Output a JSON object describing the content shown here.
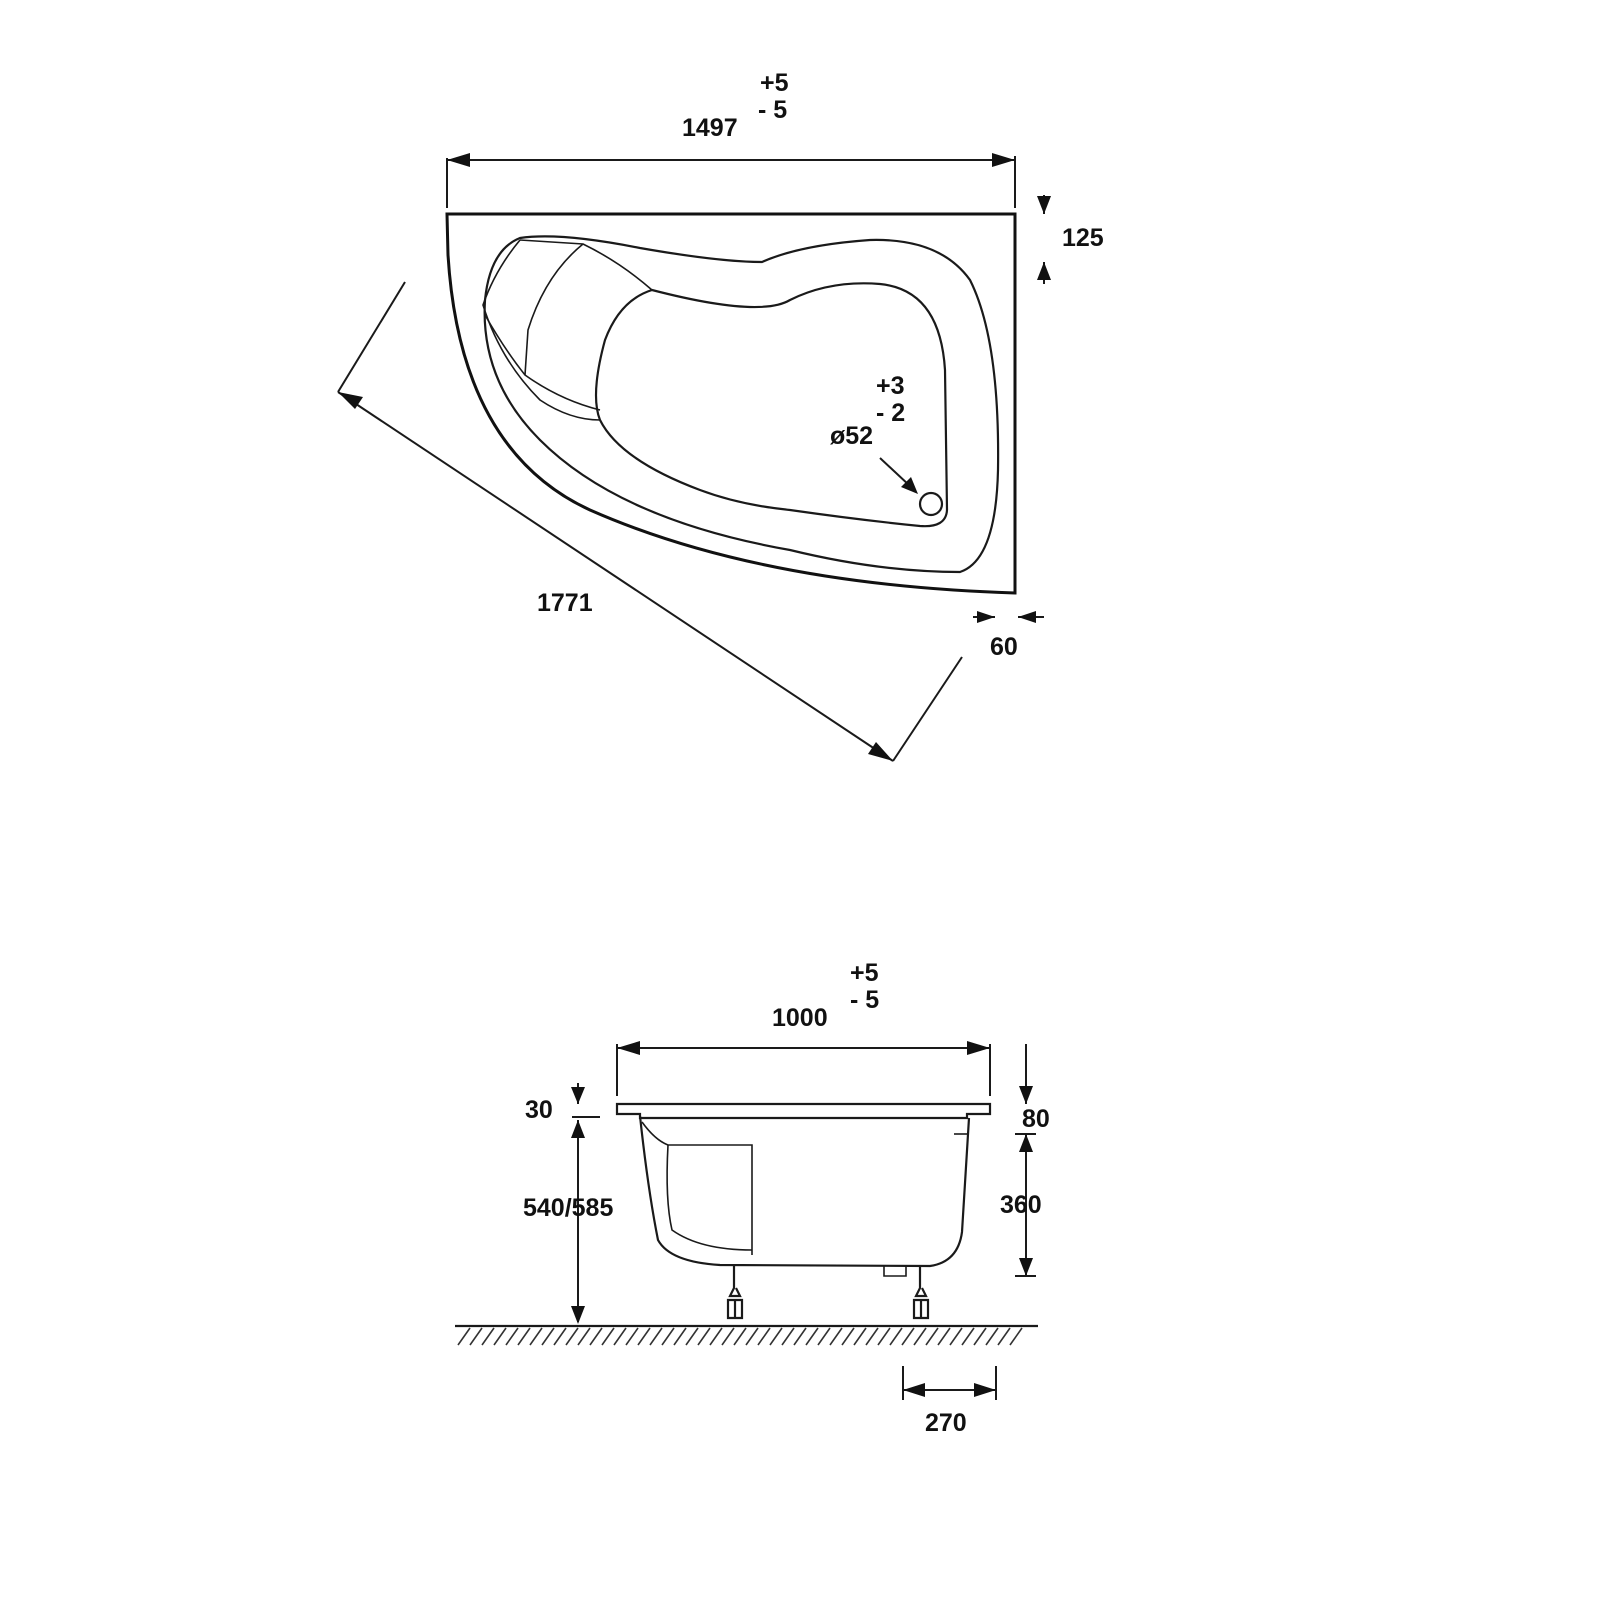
{
  "plan_view": {
    "width": "1497",
    "width_tol_plus": "+5",
    "width_tol_minus": "- 5",
    "rim_depth": "125",
    "diagonal": "1771",
    "corner_offset": "60",
    "drain_diameter": "ø52",
    "drain_tol_plus": "+3",
    "drain_tol_minus": "- 2"
  },
  "side_view": {
    "width": "1000",
    "width_tol_plus": "+5",
    "width_tol_minus": "- 5",
    "rim_thickness": "30",
    "apron_height": "80",
    "total_height": "540/585",
    "basin_depth": "360",
    "leg_spacing": "270"
  },
  "colors": {
    "line": "#1a1a1a",
    "background": "#ffffff"
  }
}
